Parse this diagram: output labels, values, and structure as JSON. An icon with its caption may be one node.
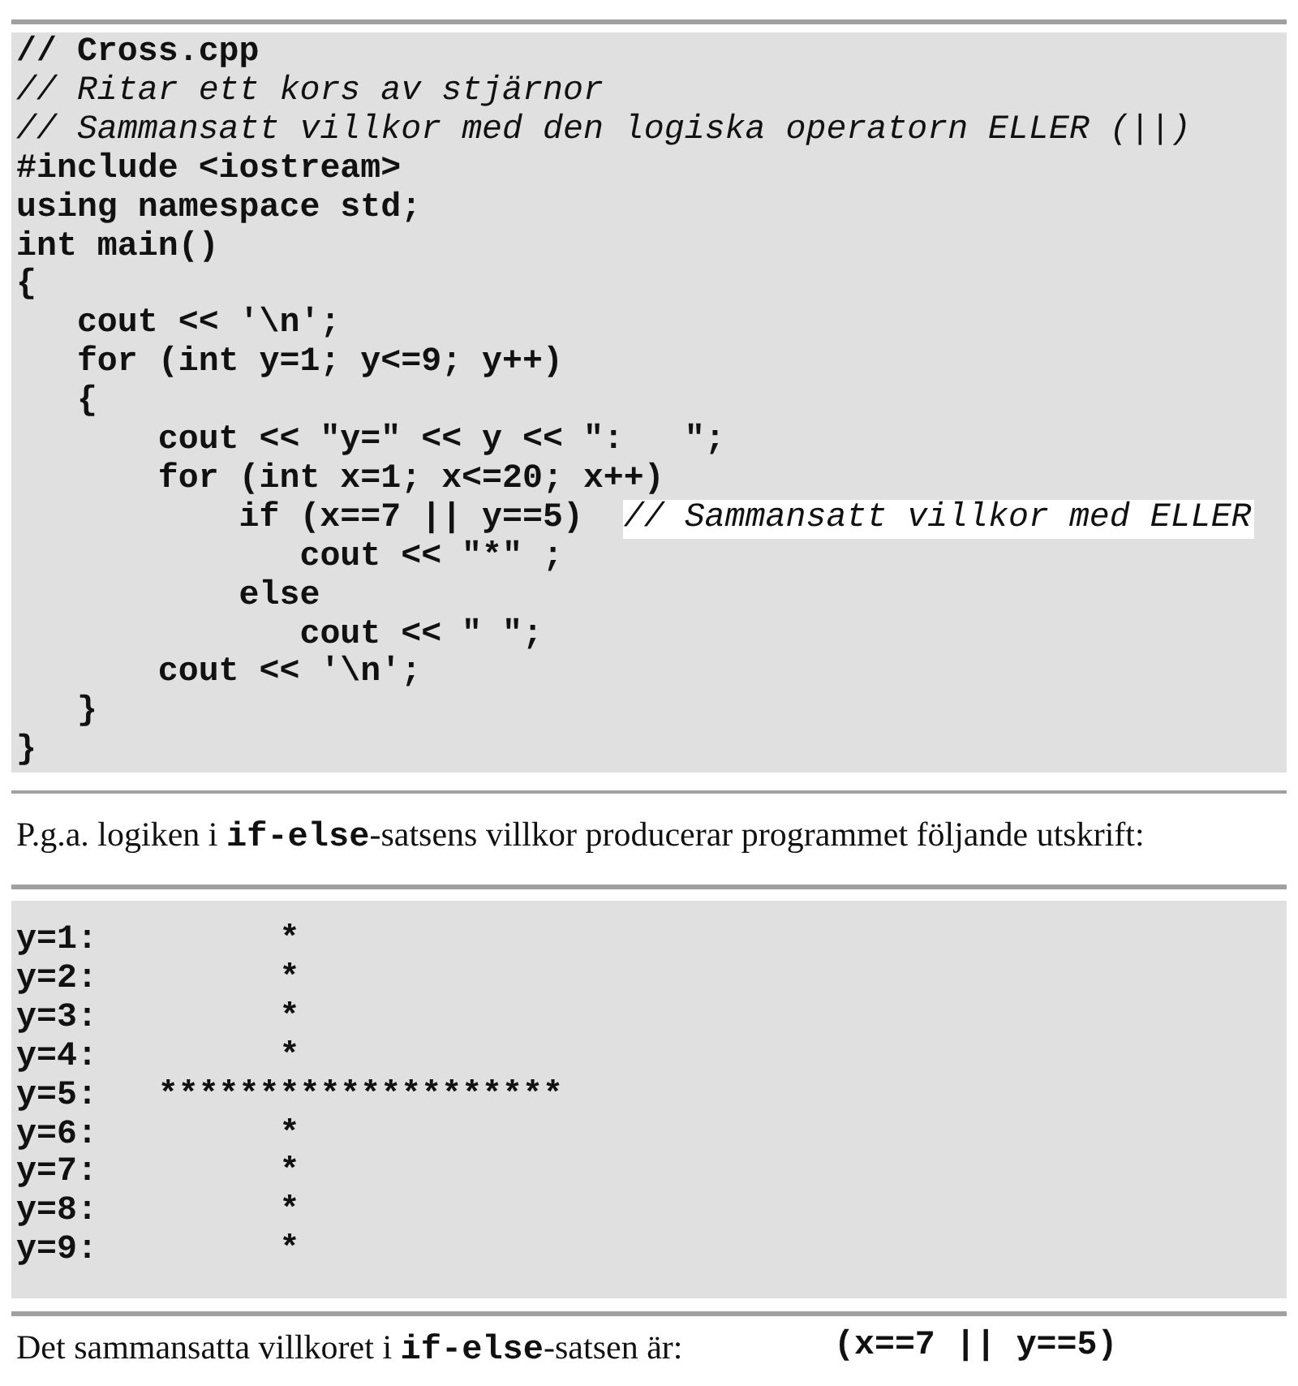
{
  "diagram": {
    "nodes": [
      {
        "text": [
          "// Cross.cpp",
          "// Ritar ett kors av stjärnor",
          "// Sammansatt villkor med den logiska operatorn ELLER (||)",
          "#include <iostream>",
          "using namespace std;",
          "int main()",
          "{",
          "cout << '\\n';",
          "for (int y=1; y<=9; y++)",
          "{",
          "cout << \"y=\" << y << \":   \";",
          "for (int x=1; x<=20; x++)",
          "if (x==7 || y==5)",
          "// Sammansatt villkor med ELLER",
          "cout << \"*\" ;",
          "else",
          "cout << \" \";",
          "cout << '\\n';",
          "}",
          "}"
        ]
      },
      {
        "text": [
          "y=1:         *",
          "y=2:         *",
          "y=3:         *",
          "y=4:         *",
          "y=5:   ********************",
          "y=6:         *",
          "y=7:         *",
          "y=8:         *",
          "y=9:         *"
        ]
      }
    ],
    "edges": [],
    "labels": [
      "P.g.a. logiken i **if-else**-satsens villkor producerar programmet följande utskrift:",
      "Det sammansatta villkoret i **if-else**-satsen är:",
      "(x==7 || y==5)"
    ]
  }
}
